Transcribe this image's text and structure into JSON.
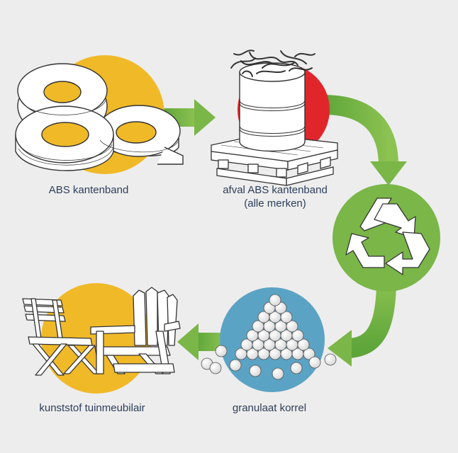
{
  "steps": {
    "abs_edgeband": "ABS kantenband",
    "waste_line1": "afval ABS kantenband",
    "waste_line2": "(alle merken)",
    "granulate": "granulaat korrel",
    "garden_furniture": "kunststof tuinmeubilair"
  },
  "colors": {
    "background": "#ededed",
    "yellow": "#f0b928",
    "red": "#e0262b",
    "green": "#7ab648",
    "blue": "#5ba3c4",
    "label_text": "#2c3e5a",
    "line_art": "#333333"
  },
  "icons": [
    "edgeband-rolls-icon",
    "waste-barrel-on-pallet-icon",
    "recycle-icon",
    "granulate-pellets-icon",
    "garden-furniture-icon"
  ]
}
